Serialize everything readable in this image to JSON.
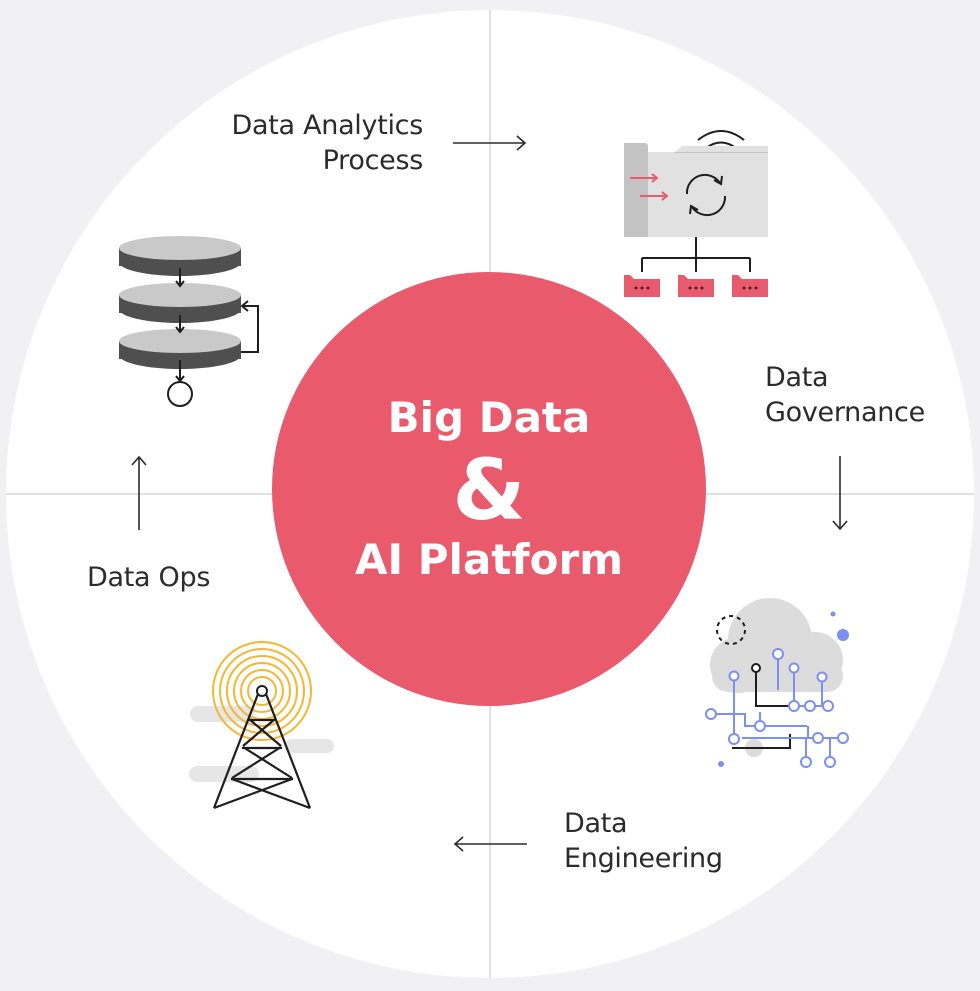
{
  "center": {
    "line1": "Big Data",
    "ampersand": "&",
    "line2": "AI Platform"
  },
  "stages": {
    "analytics": {
      "line1": "Data Analytics",
      "line2": "Process"
    },
    "governance": {
      "line1": "Data",
      "line2": "Governance"
    },
    "engineering": {
      "line1": "Data",
      "line2": "Engineering"
    },
    "ops": {
      "line1": "Data Ops"
    }
  },
  "colors": {
    "background": "#f1f1f3",
    "circle": "#ffffff",
    "accent": "#e85a6c",
    "icon_dark": "#505050",
    "icon_blue": "#7c8ff2",
    "icon_yellow": "#f5b731"
  },
  "icons": [
    "database-stack-icon",
    "folder-sync-icon",
    "cloud-circuit-icon",
    "radio-tower-icon"
  ]
}
